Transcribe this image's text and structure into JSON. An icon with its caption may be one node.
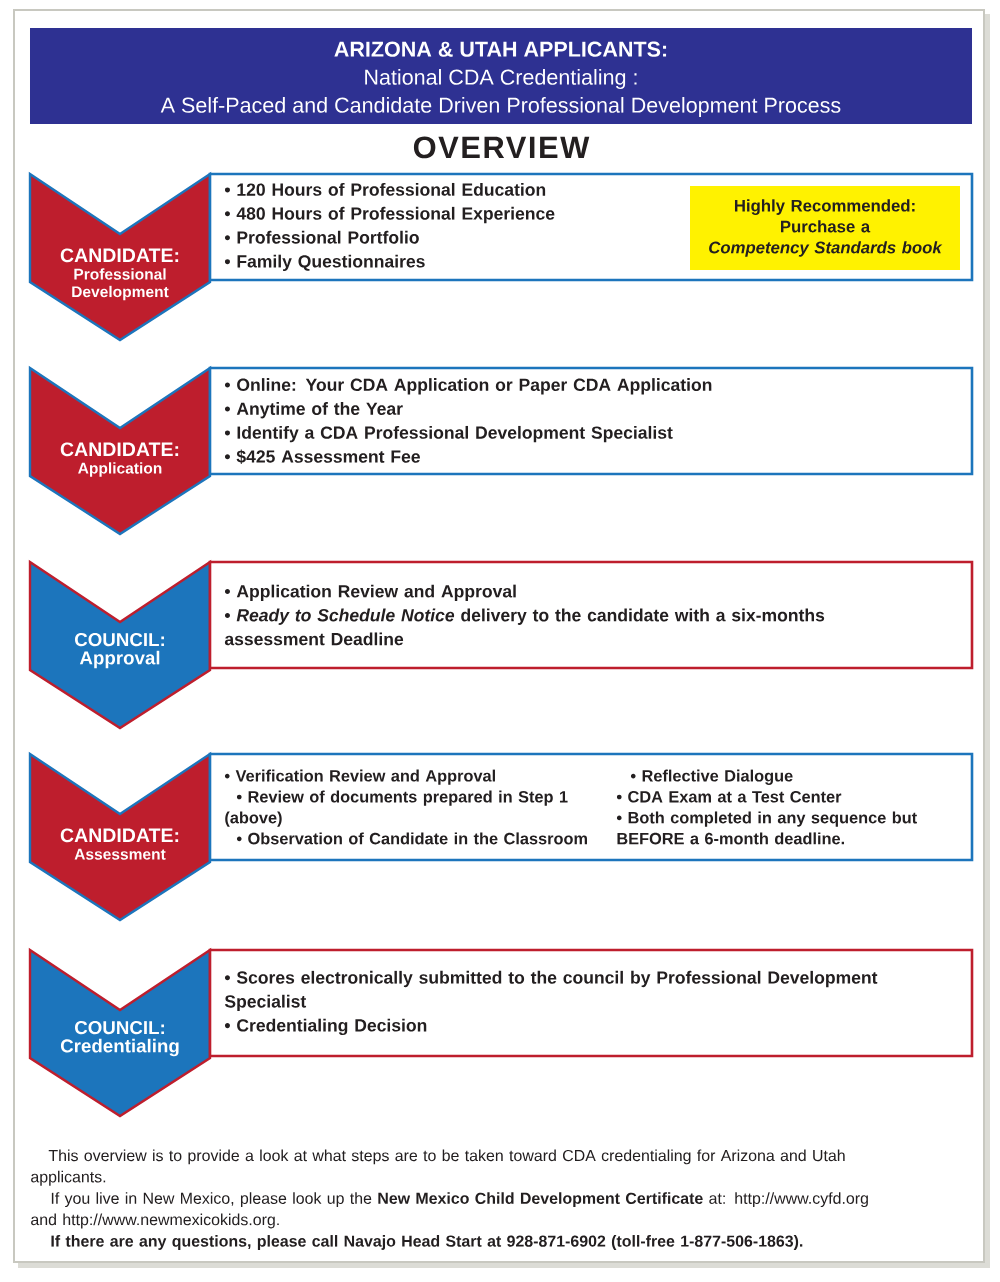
{
  "diagram": {
    "title": "OVERVIEW",
    "nodes": [
      {
        "text": [
          "ARIZONA & UTAH APPLICANTS:",
          "National CDA Credentialing :",
          "A Self-Paced and Candidate Driven Professional Development Process"
        ]
      },
      {
        "text": [
          "CANDIDATE:",
          "Professional Development"
        ]
      },
      {
        "text": [
          "• 120 Hours of Professional Education",
          "• 480 Hours of Professional Experience",
          "• Professional Portfolio",
          "• Family Questionnaires"
        ]
      },
      {
        "text": [
          "Highly Recommended:",
          "Purchase a",
          "Competency Standards book"
        ],
        "in": 2
      },
      {
        "text": [
          "CANDIDATE:",
          "Application"
        ]
      },
      {
        "text": [
          "• Online: Your CDA Application or Paper CDA Application",
          "• Anytime of the Year",
          "• Identify a CDA Professional Development Specialist",
          "• $425 Assessment Fee"
        ]
      },
      {
        "text": [
          "COUNCIL:",
          "Approval"
        ]
      },
      {
        "text": [
          "• Application Review and Approval",
          "• *Ready to Schedule Notice* delivery to the candidate with a six-months assessment Deadline"
        ]
      },
      {
        "text": [
          "CANDIDATE:",
          "Assessment"
        ]
      },
      {
        "text": [
          "• Verification Review and Approval",
          "• Review of documents prepared in Step 1 (above)",
          "• Observation of Candidate in the Classroom",
          "• Reflective Dialogue",
          "• CDA Exam at a Test Center",
          "• Both completed in any sequence but BEFORE a 6-month deadline."
        ]
      },
      {
        "text": [
          "COUNCIL:",
          "Credentialing"
        ]
      },
      {
        "text": [
          "• Scores electronically submitted to the council by Professional Development Specialist",
          "• Credentialing Decision"
        ]
      }
    ],
    "labels": [
      "This overview is to provide a look at what steps are to be taken toward CDA credentialing for Arizona and Utah applicants.",
      "If you live in New Mexico, please look up the **New Mexico Child Development Certificate** at: http://www.cyfd.org and http://www.newmexicokids.org.",
      "If there are any questions, please call Navajo Head Start at 928-871-6902 (toll-free 1-877-506-1863)."
    ]
  }
}
